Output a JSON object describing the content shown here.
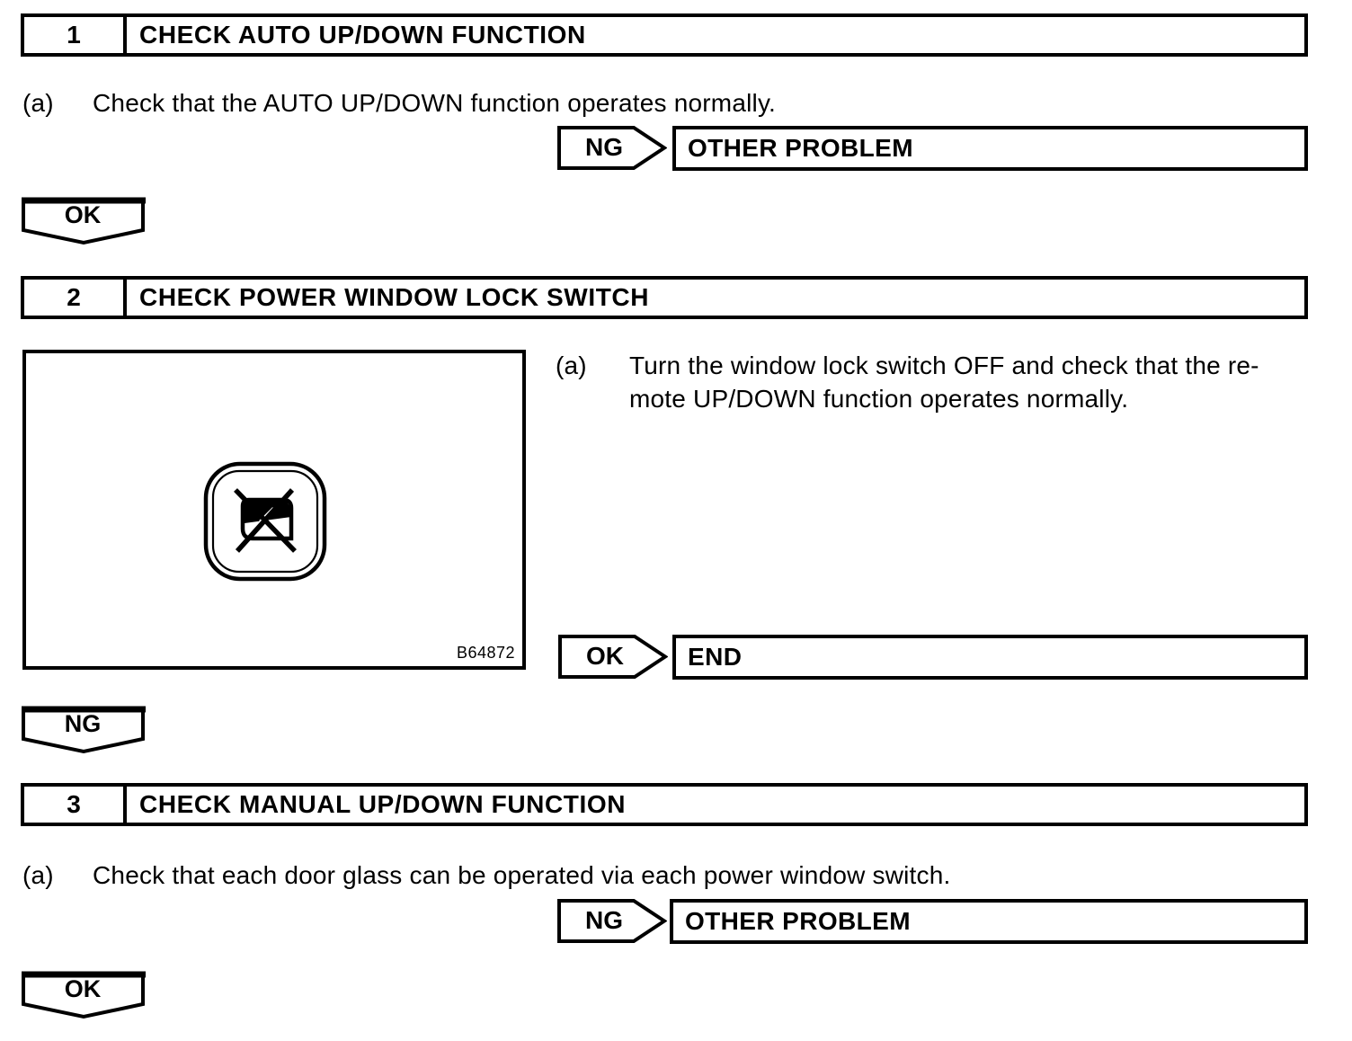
{
  "colors": {
    "ink": "#000000",
    "paper": "#ffffff"
  },
  "steps": [
    {
      "number": "1",
      "title": "CHECK AUTO UP/DOWN FUNCTION",
      "label": "(a)",
      "instruction": "Check that the AUTO UP/DOWN function operates normally.",
      "branch_badge": "NG",
      "branch_result": "OTHER PROBLEM",
      "continue_badge": "OK"
    },
    {
      "number": "2",
      "title": "CHECK POWER WINDOW LOCK SWITCH",
      "label": "(a)",
      "instruction_line1": "Turn the window lock switch OFF and check that the re-",
      "instruction_line2": "mote UP/DOWN function operates normally.",
      "figure_code": "B64872",
      "figure_icon": "window-lock-switch-icon",
      "branch_badge": "OK",
      "branch_result": "END",
      "continue_badge": "NG"
    },
    {
      "number": "3",
      "title": "CHECK MANUAL UP/DOWN FUNCTION",
      "label": "(a)",
      "instruction": "Check that each door glass can be operated via each power window switch.",
      "branch_badge": "NG",
      "branch_result": "OTHER PROBLEM",
      "continue_badge": "OK"
    }
  ]
}
